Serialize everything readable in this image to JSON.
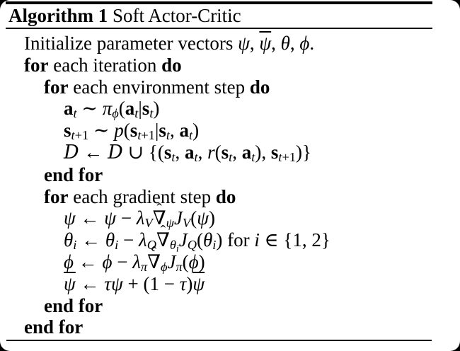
{
  "colors": {
    "frame": "#000000",
    "sheet": "#ffffff",
    "ink": "#000000"
  },
  "header": {
    "label": "Algorithm 1",
    "title": "Soft Actor-Critic"
  },
  "algorithm": {
    "lines": [
      {
        "indent": 1,
        "tokens": [
          {
            "c": "rm",
            "t": "Initialize parameter vectors "
          },
          {
            "c": "it",
            "t": "ψ"
          },
          {
            "c": "rm",
            "t": ", "
          },
          {
            "c": "it",
            "ov": true,
            "t": "ψ"
          },
          {
            "c": "rm",
            "t": ", "
          },
          {
            "c": "it",
            "t": "θ"
          },
          {
            "c": "rm",
            "t": ", "
          },
          {
            "c": "it",
            "t": "ϕ"
          },
          {
            "c": "rm",
            "t": "."
          }
        ]
      },
      {
        "indent": 1,
        "tokens": [
          {
            "c": "kw",
            "t": "for"
          },
          {
            "c": "rm",
            "t": " each iteration "
          },
          {
            "c": "kw",
            "t": "do"
          }
        ]
      },
      {
        "indent": 2,
        "tokens": [
          {
            "c": "kw",
            "t": "for"
          },
          {
            "c": "rm",
            "t": " each environment step "
          },
          {
            "c": "kw",
            "t": "do"
          }
        ]
      },
      {
        "indent": 3,
        "tokens": [
          {
            "c": "bm",
            "t": "a"
          },
          {
            "c": "it",
            "sub": true,
            "t": "t"
          },
          {
            "c": "sy",
            "t": " ∼ "
          },
          {
            "c": "it",
            "t": "π"
          },
          {
            "c": "it",
            "sub": true,
            "t": "ϕ"
          },
          {
            "c": "sy",
            "t": "("
          },
          {
            "c": "bm",
            "t": "a"
          },
          {
            "c": "it",
            "sub": true,
            "t": "t"
          },
          {
            "c": "sy",
            "t": "|"
          },
          {
            "c": "bm",
            "t": "s"
          },
          {
            "c": "it",
            "sub": true,
            "t": "t"
          },
          {
            "c": "sy",
            "t": ")"
          }
        ]
      },
      {
        "indent": 3,
        "tokens": [
          {
            "c": "bm",
            "t": "s"
          },
          {
            "c": "it",
            "sub": true,
            "t": "t"
          },
          {
            "c": "rm",
            "sub": true,
            "t": "+1"
          },
          {
            "c": "sy",
            "t": " ∼ "
          },
          {
            "c": "it",
            "t": "p"
          },
          {
            "c": "sy",
            "t": "("
          },
          {
            "c": "bm",
            "t": "s"
          },
          {
            "c": "it",
            "sub": true,
            "t": "t"
          },
          {
            "c": "rm",
            "sub": true,
            "t": "+1"
          },
          {
            "c": "sy",
            "t": "|"
          },
          {
            "c": "bm",
            "t": "s"
          },
          {
            "c": "it",
            "sub": true,
            "t": "t"
          },
          {
            "c": "sy",
            "t": ", "
          },
          {
            "c": "bm",
            "t": "a"
          },
          {
            "c": "it",
            "sub": true,
            "t": "t"
          },
          {
            "c": "sy",
            "t": ")"
          }
        ]
      },
      {
        "indent": 3,
        "tokens": [
          {
            "c": "cal",
            "t": "D"
          },
          {
            "c": "sy",
            "t": " ← "
          },
          {
            "c": "cal",
            "t": "D"
          },
          {
            "c": "sy",
            "t": " ∪ {("
          },
          {
            "c": "bm",
            "t": "s"
          },
          {
            "c": "it",
            "sub": true,
            "t": "t"
          },
          {
            "c": "sy",
            "t": ", "
          },
          {
            "c": "bm",
            "t": "a"
          },
          {
            "c": "it",
            "sub": true,
            "t": "t"
          },
          {
            "c": "sy",
            "t": ", "
          },
          {
            "c": "it",
            "t": "r"
          },
          {
            "c": "sy",
            "t": "("
          },
          {
            "c": "bm",
            "t": "s"
          },
          {
            "c": "it",
            "sub": true,
            "t": "t"
          },
          {
            "c": "sy",
            "t": ", "
          },
          {
            "c": "bm",
            "t": "a"
          },
          {
            "c": "it",
            "sub": true,
            "t": "t"
          },
          {
            "c": "sy",
            "t": "), "
          },
          {
            "c": "bm",
            "t": "s"
          },
          {
            "c": "it",
            "sub": true,
            "t": "t"
          },
          {
            "c": "rm",
            "sub": true,
            "t": "+1"
          },
          {
            "c": "sy",
            "t": ")}"
          }
        ]
      },
      {
        "indent": 2,
        "tokens": [
          {
            "c": "kw",
            "t": "end for"
          }
        ]
      },
      {
        "indent": 2,
        "tokens": [
          {
            "c": "kw",
            "t": "for"
          },
          {
            "c": "rm",
            "t": " each gradient step "
          },
          {
            "c": "kw",
            "t": "do"
          }
        ]
      },
      {
        "indent": 3,
        "tokens": [
          {
            "c": "it",
            "t": "ψ"
          },
          {
            "c": "sy",
            "t": " ← "
          },
          {
            "c": "it",
            "t": "ψ"
          },
          {
            "c": "sy",
            "t": " − "
          },
          {
            "c": "it",
            "t": "λ"
          },
          {
            "c": "it",
            "sub": true,
            "t": "V"
          },
          {
            "c": "sy",
            "hat": true,
            "t": "∇"
          },
          {
            "c": "it",
            "sub": true,
            "t": "ψ"
          },
          {
            "c": "it",
            "t": "J"
          },
          {
            "c": "it",
            "sub": true,
            "t": "V"
          },
          {
            "c": "sy",
            "t": "("
          },
          {
            "c": "it",
            "t": "ψ"
          },
          {
            "c": "sy",
            "t": ")"
          }
        ]
      },
      {
        "indent": 3,
        "tokens": [
          {
            "c": "it",
            "t": "θ"
          },
          {
            "c": "it",
            "sub": true,
            "t": "i"
          },
          {
            "c": "sy",
            "t": " ← "
          },
          {
            "c": "it",
            "t": "θ"
          },
          {
            "c": "it",
            "sub": true,
            "t": "i"
          },
          {
            "c": "sy",
            "t": " − "
          },
          {
            "c": "it",
            "t": "λ"
          },
          {
            "c": "it",
            "sub": true,
            "t": "Q"
          },
          {
            "c": "sy",
            "hat": true,
            "t": "∇"
          },
          {
            "c": "it",
            "sub": true,
            "t": "θ"
          },
          {
            "c": "it",
            "sub": true,
            "s2": true,
            "t": "i"
          },
          {
            "c": "it",
            "t": "J"
          },
          {
            "c": "it",
            "sub": true,
            "t": "Q"
          },
          {
            "c": "sy",
            "t": "("
          },
          {
            "c": "it",
            "t": "θ"
          },
          {
            "c": "it",
            "sub": true,
            "t": "i"
          },
          {
            "c": "sy",
            "t": ") "
          },
          {
            "c": "rm",
            "t": "for "
          },
          {
            "c": "it",
            "t": "i"
          },
          {
            "c": "sy",
            "t": " ∈ {"
          },
          {
            "c": "rm",
            "t": "1, 2"
          },
          {
            "c": "sy",
            "t": "}"
          }
        ]
      },
      {
        "indent": 3,
        "tokens": [
          {
            "c": "it",
            "t": "ϕ"
          },
          {
            "c": "sy",
            "t": " ← "
          },
          {
            "c": "it",
            "t": "ϕ"
          },
          {
            "c": "sy",
            "t": " − "
          },
          {
            "c": "it",
            "t": "λ"
          },
          {
            "c": "it",
            "sub": true,
            "t": "π"
          },
          {
            "c": "sy",
            "hat": true,
            "t": "∇"
          },
          {
            "c": "it",
            "sub": true,
            "t": "ϕ"
          },
          {
            "c": "it",
            "t": "J"
          },
          {
            "c": "it",
            "sub": true,
            "t": "π"
          },
          {
            "c": "sy",
            "t": "("
          },
          {
            "c": "it",
            "t": "ϕ"
          },
          {
            "c": "sy",
            "t": ")"
          }
        ]
      },
      {
        "indent": 3,
        "tokens": [
          {
            "c": "it",
            "ov": true,
            "t": "ψ"
          },
          {
            "c": "sy",
            "t": " ← "
          },
          {
            "c": "it",
            "t": "τ"
          },
          {
            "c": "it",
            "t": "ψ"
          },
          {
            "c": "sy",
            "t": " + ("
          },
          {
            "c": "rm",
            "t": "1"
          },
          {
            "c": "sy",
            "t": " − "
          },
          {
            "c": "it",
            "t": "τ"
          },
          {
            "c": "sy",
            "t": ")"
          },
          {
            "c": "it",
            "ov": true,
            "t": "ψ"
          }
        ]
      },
      {
        "indent": 2,
        "tokens": [
          {
            "c": "kw",
            "t": "end for"
          }
        ]
      },
      {
        "indent": 1,
        "tokens": [
          {
            "c": "kw",
            "t": "end for"
          }
        ]
      }
    ]
  }
}
